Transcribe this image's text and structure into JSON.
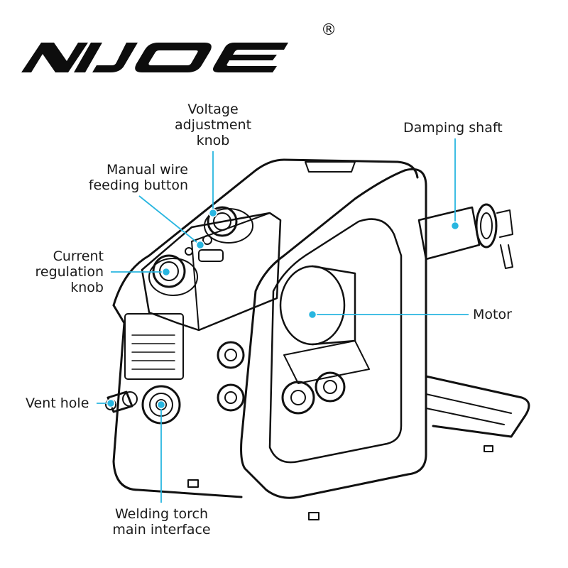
{
  "brand": {
    "name": "NIJOE",
    "registered_mark": "®"
  },
  "accent_color": "#29b6e0",
  "line_color": "#111111",
  "labels": {
    "voltage_knob": [
      "Voltage",
      "adjustment",
      "knob"
    ],
    "manual_wire": [
      "Manual wire",
      "feeding button"
    ],
    "current_knob": [
      "Current",
      "regulation",
      "knob"
    ],
    "vent_hole": [
      "Vent hole"
    ],
    "torch_interface": [
      "Welding torch",
      "main interface"
    ],
    "damping_shaft": [
      "Damping shaft"
    ],
    "motor": [
      "Motor"
    ]
  }
}
